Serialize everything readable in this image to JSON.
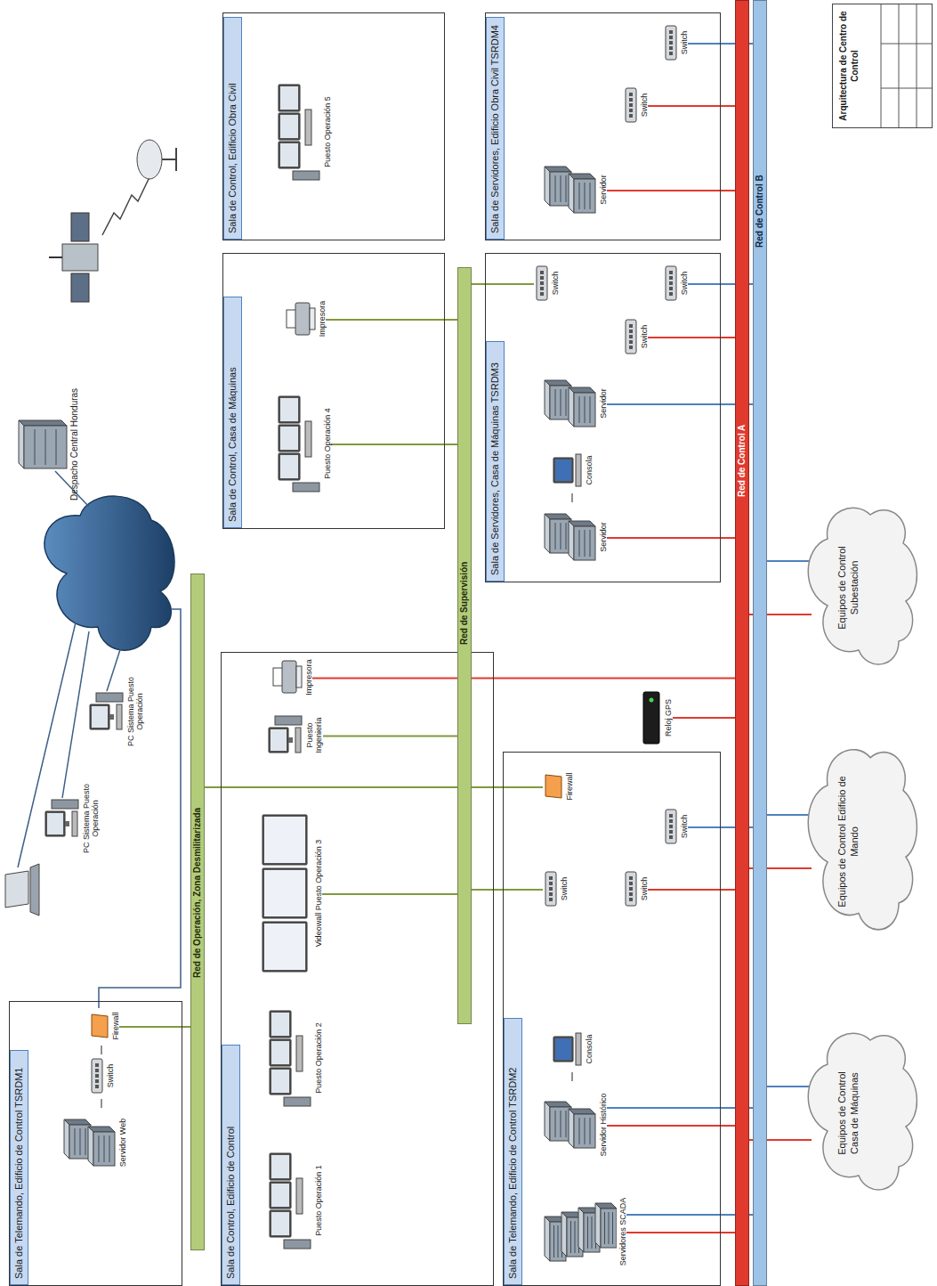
{
  "diagram": {
    "nodes": [
      {
        "text": [
          "Despacho Central Honduras"
        ]
      },
      {
        "text": [
          "PC Sistema Puesto Operación"
        ]
      },
      {
        "text": [
          "PC Sistema Puesto Operación"
        ]
      },
      {
        "text": [
          "Sala de Telemando, Edificio de Control TSRDM1"
        ]
      },
      {
        "text": [
          "Servidor Web"
        ],
        "in": 3
      },
      {
        "text": [
          "Switch"
        ],
        "in": 3
      },
      {
        "text": [
          "Firewall"
        ],
        "in": 3
      },
      {
        "text": [
          "Red de Operación, Zona Desmilitarizada"
        ]
      },
      {
        "text": [
          "Sala de Control, Edificio de Control"
        ]
      },
      {
        "text": [
          "Puesto Operación 1"
        ],
        "in": 8
      },
      {
        "text": [
          "Puesto Operación 2"
        ],
        "in": 8
      },
      {
        "text": [
          "Videowall Puesto Operación 3"
        ],
        "in": 8
      },
      {
        "text": [
          "Puesto Ingeniería"
        ],
        "in": 8
      },
      {
        "text": [
          "Impresora"
        ],
        "in": 8
      },
      {
        "text": [
          "Red de Supervisión"
        ]
      },
      {
        "text": [
          "Sala de Telemando, Edificio de Control TSRDM2"
        ]
      },
      {
        "text": [
          "Servidores SCADA"
        ],
        "in": 15
      },
      {
        "text": [
          "Servidor Histórico"
        ],
        "in": 15
      },
      {
        "text": [
          "Consola"
        ],
        "in": 15
      },
      {
        "text": [
          "Switch"
        ],
        "in": 15
      },
      {
        "text": [
          "Firewall"
        ],
        "in": 15
      },
      {
        "text": [
          "Switch"
        ],
        "in": 15
      },
      {
        "text": [
          "Switch"
        ],
        "in": 15
      },
      {
        "text": [
          "Reloj GPS"
        ]
      },
      {
        "text": [
          "Sala de Control, Casa de Máquinas"
        ]
      },
      {
        "text": [
          "Puesto Operación 4"
        ],
        "in": 24
      },
      {
        "text": [
          "Impresora"
        ],
        "in": 24
      },
      {
        "text": [
          "Sala de Servidores, Casa de Máquinas TSRDM3"
        ]
      },
      {
        "text": [
          "Servidor"
        ],
        "in": 27
      },
      {
        "text": [
          "Consola"
        ],
        "in": 27
      },
      {
        "text": [
          "Servidor"
        ],
        "in": 27
      },
      {
        "text": [
          "Switch"
        ],
        "in": 27
      },
      {
        "text": [
          "Switch"
        ],
        "in": 27
      },
      {
        "text": [
          "Switch"
        ],
        "in": 27
      },
      {
        "text": [
          "Sala de Control, Edificio Obra Civil"
        ]
      },
      {
        "text": [
          "Puesto Operación 5"
        ],
        "in": 34
      },
      {
        "text": [
          "Sala de Servidores, Edificio Obra Civil TSRDM4"
        ]
      },
      {
        "text": [
          "Servidor"
        ],
        "in": 36
      },
      {
        "text": [
          "Switch"
        ],
        "in": 36
      },
      {
        "text": [
          "Switch"
        ],
        "in": 36
      },
      {
        "text": [
          "Red de Control A"
        ]
      },
      {
        "text": [
          "Red de Control B"
        ]
      },
      {
        "text": [
          "Equipos de Control Casa de Máquinas"
        ]
      },
      {
        "text": [
          "Equipos de Control Edificio de Mando"
        ]
      },
      {
        "text": [
          "Equipos de Control Subestación"
        ]
      },
      {
        "text": [
          "Arquitectura de Centro de Control"
        ]
      }
    ],
    "edges": [
      {
        "from": 4,
        "to": 5,
        "arrow": "none"
      },
      {
        "from": 5,
        "to": 6,
        "arrow": "none"
      },
      {
        "from": 6,
        "to": 7,
        "arrow": "none"
      },
      {
        "from": 11,
        "to": 14,
        "arrow": "none"
      },
      {
        "from": 12,
        "to": 14,
        "arrow": "none"
      },
      {
        "from": 13,
        "to": 40,
        "arrow": "none"
      },
      {
        "from": 19,
        "to": 14,
        "arrow": "none"
      },
      {
        "from": 20,
        "to": 7,
        "arrow": "none"
      },
      {
        "from": 16,
        "to": 40,
        "arrow": "none"
      },
      {
        "from": 16,
        "to": 41,
        "arrow": "none"
      },
      {
        "from": 17,
        "to": 18,
        "arrow": "none"
      },
      {
        "from": 17,
        "to": 40,
        "arrow": "none"
      },
      {
        "from": 17,
        "to": 41,
        "arrow": "none"
      },
      {
        "from": 21,
        "to": 40,
        "arrow": "none"
      },
      {
        "from": 22,
        "to": 41,
        "arrow": "none"
      },
      {
        "from": 23,
        "to": 40,
        "arrow": "none"
      },
      {
        "from": 25,
        "to": 14,
        "arrow": "none"
      },
      {
        "from": 26,
        "to": 14,
        "arrow": "none"
      },
      {
        "from": 31,
        "to": 14,
        "arrow": "none"
      },
      {
        "from": 28,
        "to": 29,
        "arrow": "none"
      },
      {
        "from": 28,
        "to": 40,
        "arrow": "none"
      },
      {
        "from": 30,
        "to": 41,
        "arrow": "none"
      },
      {
        "from": 32,
        "to": 40,
        "arrow": "none"
      },
      {
        "from": 33,
        "to": 41,
        "arrow": "none"
      },
      {
        "from": 37,
        "to": 40,
        "arrow": "none"
      },
      {
        "from": 38,
        "to": 40,
        "arrow": "none"
      },
      {
        "from": 39,
        "to": 41,
        "arrow": "none"
      },
      {
        "from": 42,
        "to": 40,
        "arrow": "none"
      },
      {
        "from": 42,
        "to": 41,
        "arrow": "none"
      },
      {
        "from": 43,
        "to": 40,
        "arrow": "none"
      },
      {
        "from": 43,
        "to": 41,
        "arrow": "none"
      },
      {
        "from": 44,
        "to": 40,
        "arrow": "none"
      },
      {
        "from": 44,
        "to": 41,
        "arrow": "none"
      }
    ]
  }
}
